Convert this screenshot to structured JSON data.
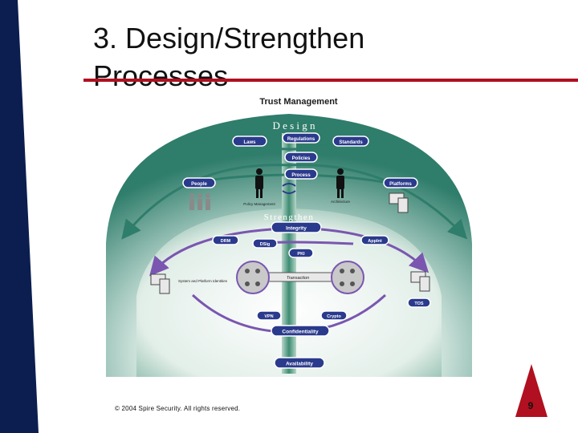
{
  "slide": {
    "title_line1": "3. Design/Strengthen",
    "title_line2": "Processes",
    "footer": "© 2004 Spire Security. All rights reserved.",
    "page_number": "9",
    "colors": {
      "navy": "#0b1e4f",
      "accent_red": "#b0101f",
      "teal": "#2f7d6b",
      "purple": "#7a56b0",
      "dark_blue": "#2a3a8c"
    }
  },
  "diagram": {
    "header": "Trust Management",
    "design_word": "D e s i g n",
    "strengthen_word": "Strengthen",
    "design_items": {
      "laws": "Laws",
      "regulations": "Regulations",
      "standards": "Standards",
      "policies": "Policies",
      "process": "Process",
      "people": "People",
      "platforms": "Platforms",
      "policy_management": "Policy Management",
      "architecture": "Architecture"
    },
    "strengthen_items": {
      "integrity": "Integrity",
      "drm": "DRM",
      "dsig": "DSig",
      "appint": "AppInt",
      "pki": "PKI",
      "transaction": "Transaction",
      "system_identities": "System and Platform Identities",
      "tos": "TOS",
      "vpn": "VPN",
      "crypto": "Crypto",
      "confidentiality": "Confidentiality",
      "availability": "Availability"
    },
    "icons": [
      "person-icon",
      "people-group-icon",
      "computer-icon",
      "cycle-arrows-icon",
      "key-icon",
      "lock-icon"
    ]
  }
}
